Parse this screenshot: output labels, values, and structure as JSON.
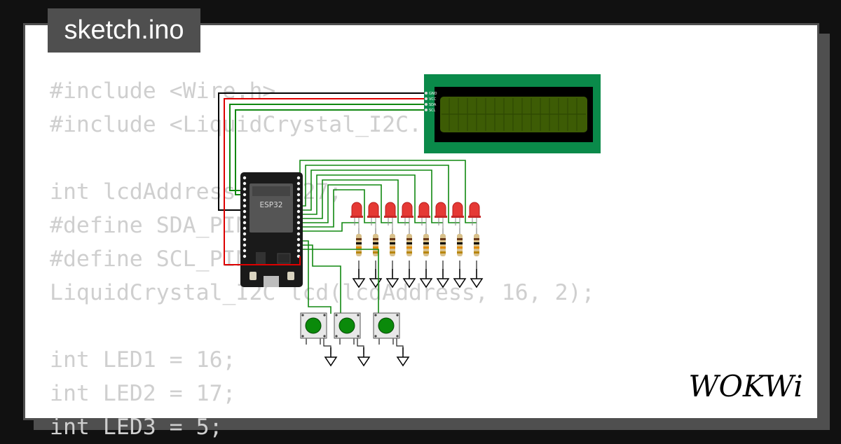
{
  "tab": {
    "filename": "sketch.ino"
  },
  "code_lines": [
    "#include <Wire.h>",
    "#include <LiquidCrystal_I2C.h>",
    "",
    "int lcdAddress = 0x27;",
    "#define SDA_PIN 21",
    "#define SCL_PIN 22",
    "LiquidCrystal_I2C lcd(lcdAddress, 16, 2);",
    "",
    "int LED1 = 16;",
    "int LED2 = 17;",
    "int LED3 = 5;"
  ],
  "board": {
    "label": "ESP32"
  },
  "lcd": {
    "pins": [
      "GND",
      "VCC",
      "SDA",
      "SCL"
    ]
  },
  "brand": {
    "name": "WOKWi"
  },
  "colors": {
    "background": "#111111",
    "frame": "#4f4f4f",
    "code_text": "#cfcfcf",
    "lcd_pcb": "#0a8a4a",
    "lcd_screen": "#3d5c05",
    "wire_signal": "#118811",
    "wire_power": "#dd0000",
    "wire_ground": "#000000",
    "led": "#e53935",
    "button_cap": "#0a8a0a"
  }
}
